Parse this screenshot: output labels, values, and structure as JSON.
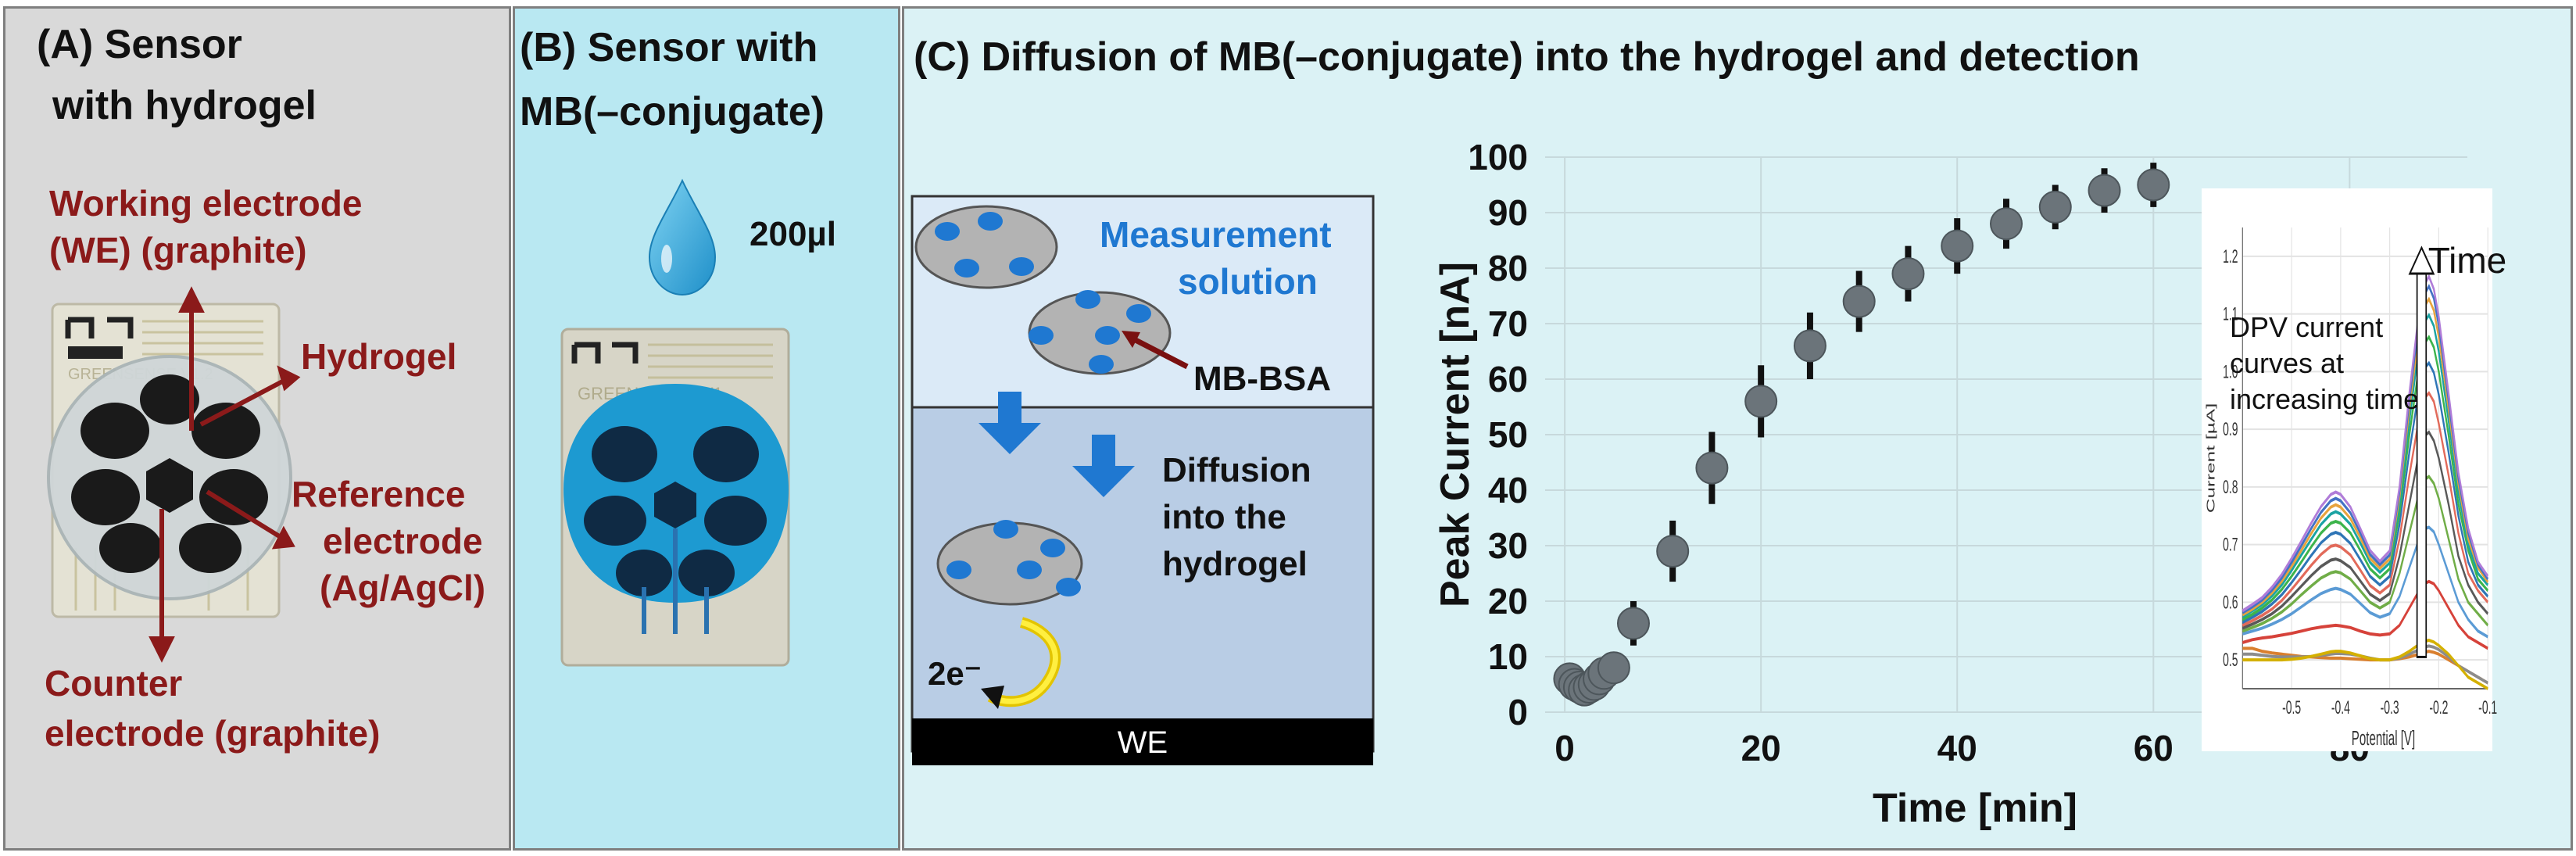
{
  "panel_a": {
    "title_line1": "(A) Sensor",
    "title_line2": "with hydrogel",
    "label_we_line1": "Working electrode",
    "label_we_line2": "(WE) (graphite)",
    "label_hydrogel": "Hydrogel",
    "label_ref_line1": "Reference",
    "label_ref_line2": "electrode",
    "label_ref_line3": "(Ag/AgCl)",
    "label_counter_line1": "Counter",
    "label_counter_line2": "electrode (graphite)",
    "board_text": "GREENSENSE V1.2"
  },
  "panel_b": {
    "title_line1": "(B) Sensor with",
    "title_line2": "MB(–conjugate)",
    "drop_label": "200µl",
    "board_text": "GREENSENSE V1"
  },
  "panel_c": {
    "title": "(C) Diffusion of MB(–conjugate) into the hydrogel and detection",
    "schematic": {
      "measurement_line1": "Measurement",
      "measurement_line2": "solution",
      "mb_bsa": "MB-BSA",
      "diffusion_line1": "Diffusion",
      "diffusion_line2": "into the",
      "diffusion_line3": "hydrogel",
      "electrons": "2e⁻",
      "we_label": "WE"
    }
  },
  "colors": {
    "dark_red": "#8b1a1a",
    "blue_text": "#1f78d1",
    "marker": "#6b747a",
    "inset_bg": "#ffffff"
  },
  "chart_data": [
    {
      "type": "scatter",
      "xlabel": "Time [min]",
      "ylabel": "Peak Current [nA]",
      "xlim": [
        -2,
        92
      ],
      "ylim": [
        0,
        100
      ],
      "x_ticks": [
        "0",
        "20",
        "40",
        "60",
        "80"
      ],
      "y_ticks": [
        "0",
        "10",
        "20",
        "30",
        "40",
        "50",
        "60",
        "70",
        "80",
        "90",
        "100"
      ],
      "grid": true,
      "points": [
        {
          "x": 0.5,
          "y": 6,
          "err": 1.5
        },
        {
          "x": 1,
          "y": 5,
          "err": 1.5
        },
        {
          "x": 1.5,
          "y": 4.5,
          "err": 1.5
        },
        {
          "x": 2,
          "y": 4,
          "err": 1.5
        },
        {
          "x": 2.5,
          "y": 4.5,
          "err": 1.5
        },
        {
          "x": 3,
          "y": 5,
          "err": 1.5
        },
        {
          "x": 3.5,
          "y": 6,
          "err": 1.5
        },
        {
          "x": 4,
          "y": 7,
          "err": 1.5
        },
        {
          "x": 5,
          "y": 8,
          "err": 1.5
        },
        {
          "x": 7,
          "y": 16,
          "err": 4
        },
        {
          "x": 11,
          "y": 29,
          "err": 5.5
        },
        {
          "x": 15,
          "y": 44,
          "err": 6.5
        },
        {
          "x": 20,
          "y": 56,
          "err": 6.5
        },
        {
          "x": 25,
          "y": 66,
          "err": 6
        },
        {
          "x": 30,
          "y": 74,
          "err": 5.5
        },
        {
          "x": 35,
          "y": 79,
          "err": 5
        },
        {
          "x": 40,
          "y": 84,
          "err": 5
        },
        {
          "x": 45,
          "y": 88,
          "err": 4.5
        },
        {
          "x": 50,
          "y": 91,
          "err": 4
        },
        {
          "x": 55,
          "y": 94,
          "err": 4
        },
        {
          "x": 60,
          "y": 95,
          "err": 4
        }
      ]
    },
    {
      "type": "line",
      "title": "Time",
      "annotation_line1": "DPV current",
      "annotation_line2": "curves at",
      "annotation_line3": "increasing time",
      "xlabel": "Potential [V]",
      "ylabel": "Current [µA]",
      "xlim": [
        -0.6,
        -0.1
      ],
      "ylim": [
        0.45,
        1.25
      ],
      "x_ticks": [
        "-0.5",
        "-0.4",
        "-0.3",
        "-0.2",
        "-0.1"
      ],
      "y_ticks": [
        "0.5",
        "0.6",
        "0.7",
        "0.8",
        "0.9",
        "1.0",
        "1.1",
        "1.2"
      ],
      "x": [
        -0.6,
        -0.58,
        -0.56,
        -0.54,
        -0.52,
        -0.5,
        -0.48,
        -0.46,
        -0.44,
        -0.42,
        -0.41,
        -0.4,
        -0.38,
        -0.36,
        -0.34,
        -0.32,
        -0.3,
        -0.28,
        -0.26,
        -0.24,
        -0.23,
        -0.22,
        -0.21,
        -0.2,
        -0.18,
        -0.16,
        -0.14,
        -0.12,
        -0.1
      ],
      "series": [
        {
          "color": "#d97f2e",
          "values": [
            0.52,
            0.52,
            0.515,
            0.512,
            0.51,
            0.508,
            0.506,
            0.505,
            0.504,
            0.503,
            0.503,
            0.503,
            0.502,
            0.501,
            0.5,
            0.5,
            0.5,
            0.502,
            0.505,
            0.51,
            0.513,
            0.515,
            0.513,
            0.51,
            0.5,
            0.49,
            0.48,
            0.47,
            0.46
          ]
        },
        {
          "color": "#8c8c8c",
          "values": [
            0.51,
            0.51,
            0.508,
            0.506,
            0.505,
            0.505,
            0.505,
            0.506,
            0.508,
            0.51,
            0.511,
            0.511,
            0.51,
            0.507,
            0.503,
            0.5,
            0.5,
            0.503,
            0.51,
            0.518,
            0.522,
            0.524,
            0.522,
            0.518,
            0.505,
            0.49,
            0.48,
            0.47,
            0.46
          ]
        },
        {
          "color": "#d4b000",
          "values": [
            0.5,
            0.5,
            0.5,
            0.5,
            0.5,
            0.501,
            0.503,
            0.506,
            0.51,
            0.514,
            0.515,
            0.515,
            0.512,
            0.507,
            0.502,
            0.5,
            0.5,
            0.505,
            0.515,
            0.527,
            0.532,
            0.534,
            0.531,
            0.525,
            0.51,
            0.49,
            0.47,
            0.46,
            0.45
          ]
        },
        {
          "color": "#d6423a",
          "values": [
            0.53,
            0.535,
            0.538,
            0.54,
            0.543,
            0.546,
            0.55,
            0.554,
            0.557,
            0.559,
            0.56,
            0.559,
            0.556,
            0.55,
            0.545,
            0.543,
            0.545,
            0.56,
            0.59,
            0.62,
            0.632,
            0.636,
            0.632,
            0.62,
            0.59,
            0.56,
            0.54,
            0.53,
            0.52
          ]
        },
        {
          "color": "#5b9bd5",
          "values": [
            0.545,
            0.55,
            0.555,
            0.562,
            0.57,
            0.58,
            0.592,
            0.604,
            0.615,
            0.622,
            0.624,
            0.622,
            0.614,
            0.598,
            0.582,
            0.574,
            0.58,
            0.61,
            0.66,
            0.71,
            0.727,
            0.73,
            0.722,
            0.7,
            0.65,
            0.6,
            0.57,
            0.55,
            0.54
          ]
        },
        {
          "color": "#70ad47",
          "values": [
            0.55,
            0.556,
            0.563,
            0.572,
            0.583,
            0.597,
            0.613,
            0.628,
            0.642,
            0.651,
            0.653,
            0.651,
            0.64,
            0.62,
            0.6,
            0.59,
            0.6,
            0.65,
            0.72,
            0.79,
            0.812,
            0.818,
            0.806,
            0.78,
            0.71,
            0.64,
            0.6,
            0.58,
            0.56
          ]
        },
        {
          "color": "#595959",
          "values": [
            0.555,
            0.562,
            0.57,
            0.58,
            0.593,
            0.61,
            0.628,
            0.646,
            0.662,
            0.673,
            0.675,
            0.672,
            0.66,
            0.637,
            0.614,
            0.603,
            0.615,
            0.68,
            0.77,
            0.86,
            0.888,
            0.895,
            0.88,
            0.85,
            0.77,
            0.68,
            0.63,
            0.6,
            0.58
          ]
        },
        {
          "color": "#e26a5a",
          "values": [
            0.56,
            0.568,
            0.577,
            0.588,
            0.603,
            0.622,
            0.643,
            0.664,
            0.683,
            0.697,
            0.699,
            0.696,
            0.682,
            0.656,
            0.629,
            0.616,
            0.63,
            0.71,
            0.82,
            0.92,
            0.953,
            0.963,
            0.948,
            0.91,
            0.82,
            0.72,
            0.65,
            0.62,
            0.6
          ]
        },
        {
          "color": "#2e75b6",
          "values": [
            0.565,
            0.574,
            0.584,
            0.597,
            0.613,
            0.634,
            0.657,
            0.681,
            0.703,
            0.718,
            0.721,
            0.718,
            0.702,
            0.674,
            0.645,
            0.63,
            0.645,
            0.735,
            0.86,
            0.97,
            1.005,
            1.015,
            0.998,
            0.96,
            0.86,
            0.75,
            0.67,
            0.63,
            0.61
          ]
        },
        {
          "color": "#3cb44b",
          "values": [
            0.57,
            0.579,
            0.59,
            0.604,
            0.622,
            0.645,
            0.67,
            0.696,
            0.72,
            0.737,
            0.74,
            0.737,
            0.72,
            0.69,
            0.658,
            0.642,
            0.658,
            0.755,
            0.89,
            1.01,
            1.048,
            1.06,
            1.042,
            1.0,
            0.89,
            0.77,
            0.69,
            0.64,
            0.62
          ]
        },
        {
          "color": "#1aa3a3",
          "values": [
            0.575,
            0.585,
            0.596,
            0.611,
            0.63,
            0.655,
            0.682,
            0.709,
            0.735,
            0.753,
            0.757,
            0.753,
            0.735,
            0.703,
            0.669,
            0.652,
            0.668,
            0.77,
            0.915,
            1.045,
            1.085,
            1.098,
            1.079,
            1.035,
            0.915,
            0.79,
            0.7,
            0.65,
            0.63
          ]
        },
        {
          "color": "#e8a33d",
          "values": [
            0.578,
            0.588,
            0.6,
            0.616,
            0.636,
            0.662,
            0.69,
            0.719,
            0.746,
            0.765,
            0.769,
            0.765,
            0.745,
            0.712,
            0.676,
            0.659,
            0.675,
            0.782,
            0.935,
            1.07,
            1.112,
            1.126,
            1.106,
            1.06,
            0.935,
            0.805,
            0.71,
            0.66,
            0.635
          ]
        },
        {
          "color": "#4472c4",
          "values": [
            0.582,
            0.592,
            0.604,
            0.621,
            0.642,
            0.669,
            0.698,
            0.728,
            0.756,
            0.776,
            0.78,
            0.776,
            0.755,
            0.72,
            0.683,
            0.665,
            0.682,
            0.792,
            0.95,
            1.09,
            1.133,
            1.148,
            1.127,
            1.08,
            0.95,
            0.815,
            0.72,
            0.665,
            0.64
          ]
        },
        {
          "color": "#b07cd8",
          "values": [
            0.585,
            0.596,
            0.608,
            0.626,
            0.648,
            0.676,
            0.706,
            0.737,
            0.766,
            0.787,
            0.791,
            0.787,
            0.765,
            0.728,
            0.69,
            0.671,
            0.689,
            0.8,
            0.962,
            1.105,
            1.15,
            1.165,
            1.143,
            1.095,
            0.962,
            0.825,
            0.728,
            0.67,
            0.645
          ]
        }
      ]
    }
  ]
}
